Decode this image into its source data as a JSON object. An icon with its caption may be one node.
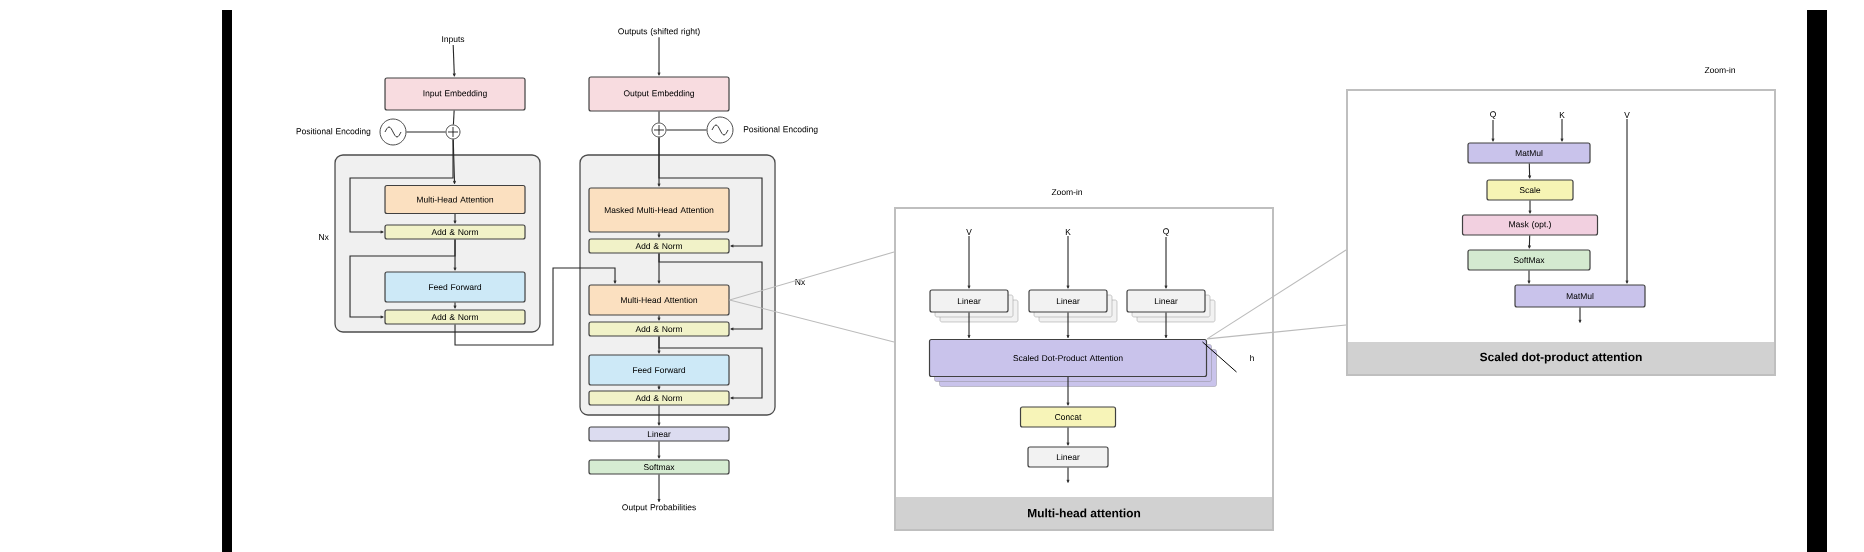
{
  "diagram": {
    "nodes": [
      {
        "text": [
          "Inputs"
        ]
      },
      {
        "text": [
          "Input Embedding"
        ]
      },
      {
        "text": [],
        "shape": "circle",
        "beside": [
          "Positional Encoding"
        ]
      },
      {
        "text": [],
        "shape": "circle"
      },
      {
        "text": [],
        "shape": "box",
        "beside": [
          "Nx"
        ]
      },
      {
        "text": [
          "Multi-Head Attention"
        ],
        "in": 4
      },
      {
        "text": [
          "Add & Norm"
        ],
        "in": 4
      },
      {
        "text": [
          "Feed Forward"
        ],
        "in": 4
      },
      {
        "text": [
          "Add & Norm"
        ],
        "in": 4
      },
      {
        "text": [
          "Outputs (shifted right)"
        ]
      },
      {
        "text": [
          "Output Embedding"
        ]
      },
      {
        "text": [],
        "shape": "circle",
        "beside": [
          "Positional Encoding"
        ]
      },
      {
        "text": [],
        "shape": "circle"
      },
      {
        "text": [],
        "shape": "box",
        "beside": [
          "Nx"
        ]
      },
      {
        "text": [
          "Masked Multi-Head Attention"
        ],
        "in": 13
      },
      {
        "text": [
          "Add & Norm"
        ],
        "in": 13
      },
      {
        "text": [
          "Multi-Head Attention"
        ],
        "in": 13
      },
      {
        "text": [
          "Add & Norm"
        ],
        "in": 13
      },
      {
        "text": [
          "Feed Forward"
        ],
        "in": 13
      },
      {
        "text": [
          "Add & Norm"
        ],
        "in": 13
      },
      {
        "text": [
          "Linear"
        ]
      },
      {
        "text": [
          "Softmax"
        ]
      },
      {
        "text": [
          "Output Probabilities"
        ]
      },
      {
        "text": [
          "Multi-head attention"
        ],
        "beside": [
          "Zoom-in"
        ]
      },
      {
        "text": [
          "V"
        ],
        "in": 23
      },
      {
        "text": [
          "K"
        ],
        "in": 23
      },
      {
        "text": [
          "Q"
        ],
        "in": 23
      },
      {
        "text": [
          "Linear"
        ],
        "in": 23
      },
      {
        "text": [
          "Linear"
        ],
        "in": 23
      },
      {
        "text": [
          "Linear"
        ],
        "in": 23
      },
      {
        "text": [
          "Scaled Dot-Product Attention"
        ],
        "in": 23,
        "beside": [
          "h"
        ]
      },
      {
        "text": [
          "Concat"
        ],
        "in": 23
      },
      {
        "text": [
          "Linear"
        ],
        "in": 23
      },
      {
        "text": [
          "Scaled dot-product attention"
        ],
        "beside": [
          "Zoom-in"
        ]
      },
      {
        "text": [
          "Q"
        ],
        "in": 33
      },
      {
        "text": [
          "K"
        ],
        "in": 33
      },
      {
        "text": [
          "V"
        ],
        "in": 33
      },
      {
        "text": [
          "MatMul"
        ],
        "in": 33
      },
      {
        "text": [
          "Scale"
        ],
        "in": 33
      },
      {
        "text": [
          "Mask (opt.)"
        ],
        "in": 33
      },
      {
        "text": [
          "SoftMax"
        ],
        "in": 33
      },
      {
        "text": [
          "MatMul"
        ],
        "in": 33
      }
    ],
    "edges": [
      {
        "from": 0,
        "to": 1,
        "arrow": "to"
      },
      {
        "from": 1,
        "to": 3,
        "arrow": "none"
      },
      {
        "from": 2,
        "to": 3,
        "arrow": "none"
      },
      {
        "from": 3,
        "to": 5,
        "arrow": "to"
      },
      {
        "from": 3,
        "to": 6,
        "arrow": "to"
      },
      {
        "from": 5,
        "to": 6,
        "arrow": "to"
      },
      {
        "from": 6,
        "to": 7,
        "arrow": "to"
      },
      {
        "from": 6,
        "to": 8,
        "arrow": "to"
      },
      {
        "from": 7,
        "to": 8,
        "arrow": "to"
      },
      {
        "from": 8,
        "to": 16,
        "arrow": "to"
      },
      {
        "from": 9,
        "to": 10,
        "arrow": "to"
      },
      {
        "from": 10,
        "to": 12,
        "arrow": "none"
      },
      {
        "from": 11,
        "to": 12,
        "arrow": "none"
      },
      {
        "from": 12,
        "to": 14,
        "arrow": "to"
      },
      {
        "from": 12,
        "to": 15,
        "arrow": "to"
      },
      {
        "from": 14,
        "to": 15,
        "arrow": "to"
      },
      {
        "from": 15,
        "to": 16,
        "arrow": "to"
      },
      {
        "from": 15,
        "to": 17,
        "arrow": "to"
      },
      {
        "from": 16,
        "to": 17,
        "arrow": "to"
      },
      {
        "from": 17,
        "to": 18,
        "arrow": "to"
      },
      {
        "from": 17,
        "to": 19,
        "arrow": "to"
      },
      {
        "from": 18,
        "to": 19,
        "arrow": "to"
      },
      {
        "from": 19,
        "to": 20,
        "arrow": "to"
      },
      {
        "from": 20,
        "to": 21,
        "arrow": "to"
      },
      {
        "from": 21,
        "to": 22,
        "arrow": "to"
      },
      {
        "from": 16,
        "to": 23,
        "arrow": "none",
        "color": "#bbbbbb"
      },
      {
        "from": 16,
        "to": 23,
        "arrow": "none",
        "color": "#bbbbbb"
      },
      {
        "from": 24,
        "to": 27,
        "arrow": "to"
      },
      {
        "from": 25,
        "to": 28,
        "arrow": "to"
      },
      {
        "from": 26,
        "to": 29,
        "arrow": "to"
      },
      {
        "from": 27,
        "to": 30,
        "arrow": "to"
      },
      {
        "from": 28,
        "to": 30,
        "arrow": "to"
      },
      {
        "from": 29,
        "to": 30,
        "arrow": "to"
      },
      {
        "from": 30,
        "to": 31,
        "arrow": "to"
      },
      {
        "from": 31,
        "to": 32,
        "arrow": "to"
      },
      {
        "from": 32,
        "to": null,
        "arrow": "to"
      },
      {
        "from": 30,
        "to": 33,
        "arrow": "none",
        "color": "#bbbbbb"
      },
      {
        "from": 30,
        "to": 33,
        "arrow": "none",
        "color": "#bbbbbb"
      },
      {
        "from": 34,
        "to": 37,
        "arrow": "to"
      },
      {
        "from": 35,
        "to": 37,
        "arrow": "to"
      },
      {
        "from": 37,
        "to": 38,
        "arrow": "to"
      },
      {
        "from": 38,
        "to": 39,
        "arrow": "to"
      },
      {
        "from": 39,
        "to": 40,
        "arrow": "to"
      },
      {
        "from": 40,
        "to": 41,
        "arrow": "to"
      },
      {
        "from": 36,
        "to": 41,
        "arrow": "to"
      },
      {
        "from": 41,
        "to": null,
        "arrow": "to"
      }
    ]
  }
}
